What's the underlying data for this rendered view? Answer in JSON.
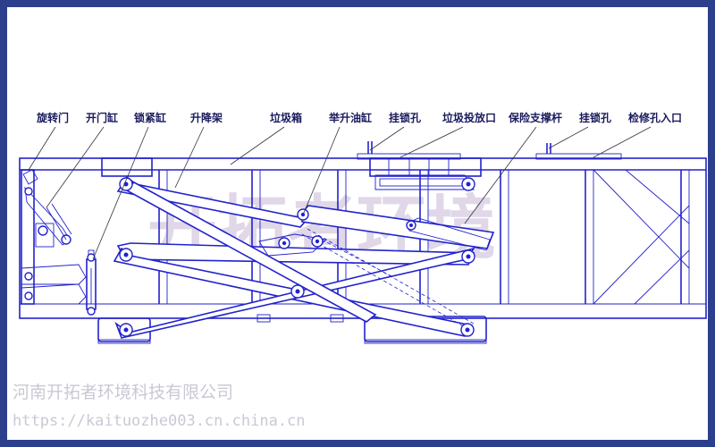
{
  "labels": {
    "rotary_door": "旋转门",
    "door_cylinder": "开门缸",
    "lock_cylinder": "锁紧缸",
    "lift_frame": "升降架",
    "garbage_box": "垃圾箱",
    "lift_oil_cylinder": "举升油缸",
    "hook_hole_1": "挂锁孔",
    "garbage_inlet": "垃圾投放口",
    "safety_strut": "保险支撑杆",
    "hook_hole_2": "挂锁孔",
    "inspection_entry": "检修孔入口"
  },
  "watermark": {
    "center": "开拓者环境",
    "company": "河南开拓者环境科技有限公司",
    "url": "https://kaituozhe003.cn.china.cn"
  },
  "colors": {
    "line": "#2222cc",
    "border": "#2b3f8c",
    "watermark": "#c7b8d6"
  }
}
